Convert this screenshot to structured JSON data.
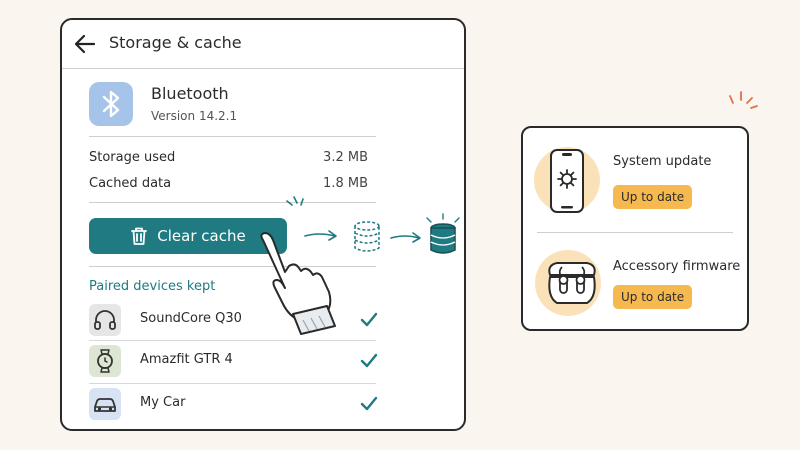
{
  "header": {
    "title": "Storage & cache"
  },
  "app": {
    "name": "Bluetooth",
    "version": "Version 14.2.1"
  },
  "storage": {
    "used_label": "Storage used",
    "used_value": "3.2 MB",
    "cached_label": "Cached data",
    "cached_value": "1.8 MB"
  },
  "actions": {
    "clear_cache_label": "Clear cache"
  },
  "paired": {
    "section_label": "Paired devices kept",
    "devices": [
      {
        "name": "SoundCore Q30",
        "icon": "headphones-icon"
      },
      {
        "name": "Amazfit GTR 4",
        "icon": "smartwatch-icon"
      },
      {
        "name": "My Car",
        "icon": "car-icon"
      }
    ]
  },
  "updates": [
    {
      "title": "System update",
      "status": "Up to date",
      "icon": "phone-settings-icon"
    },
    {
      "title": "Accessory firmware",
      "status": "Up to date",
      "icon": "earbuds-case-icon"
    }
  ],
  "colors": {
    "accent": "#1f7a82",
    "badge": "#f5b94f",
    "app_icon_bg": "#a6c3e9",
    "highlight_circle": "#fbe1b8"
  }
}
